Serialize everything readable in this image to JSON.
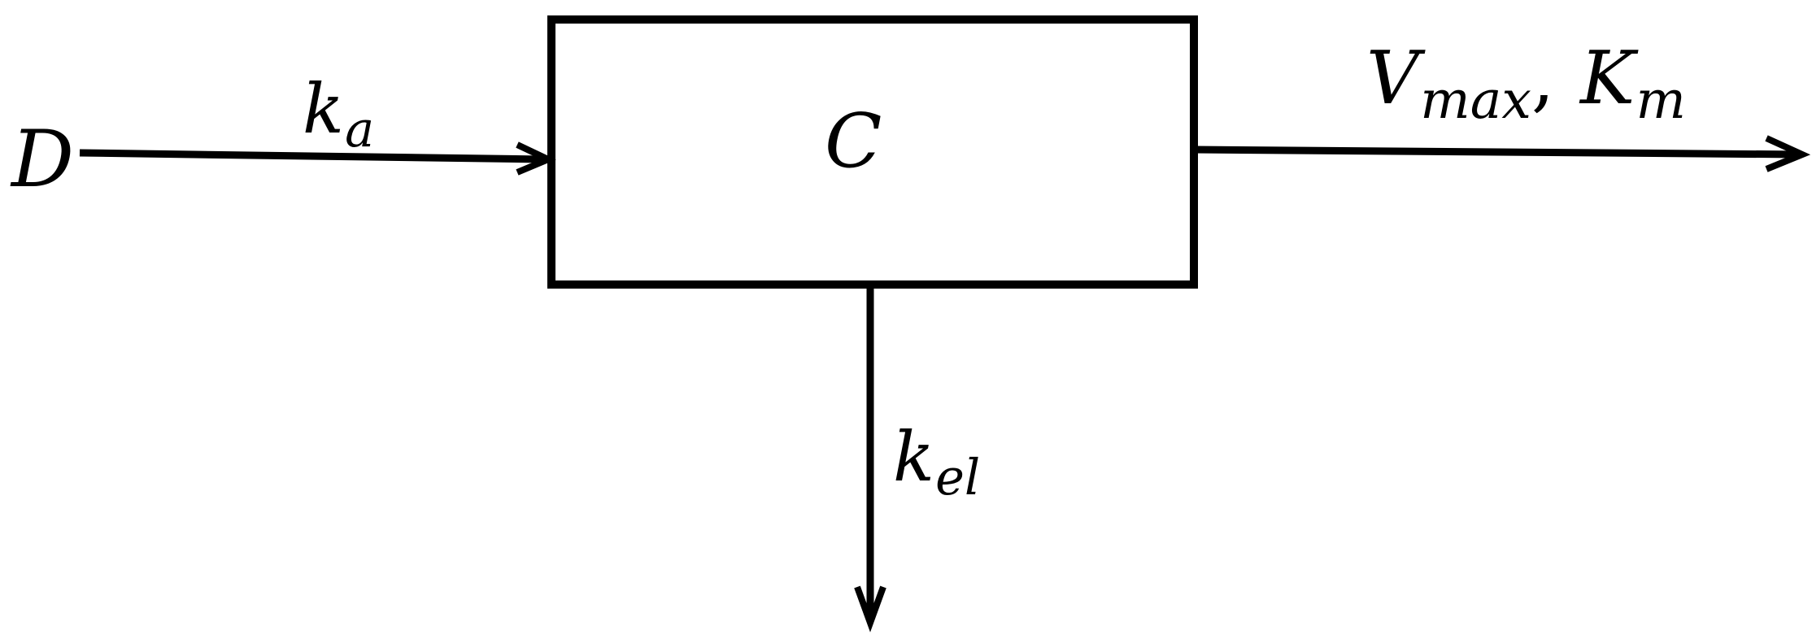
{
  "diagram": {
    "compartment": {
      "label": "C"
    },
    "input": {
      "source": "D",
      "rate": {
        "base": "k",
        "sub": "a"
      }
    },
    "elimination": {
      "rate": {
        "base": "k",
        "sub": "el"
      }
    },
    "saturable_elimination": {
      "param1": {
        "base": "V",
        "sub": "max"
      },
      "separator": ",",
      "param2": {
        "base": "K",
        "sub": "m"
      }
    }
  }
}
